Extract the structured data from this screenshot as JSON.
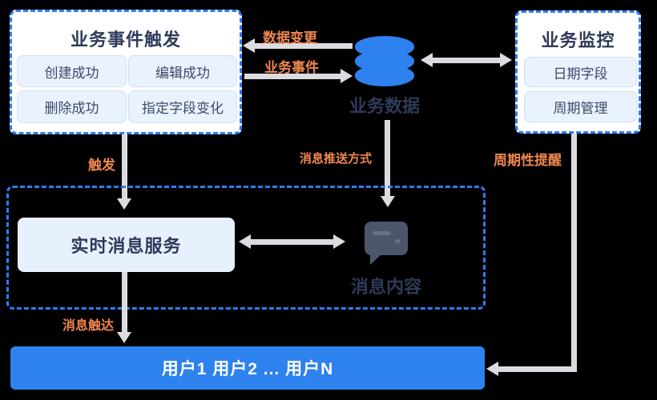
{
  "colors": {
    "dashed_border_blue": "#2E7CF6",
    "database_blue": "#2D82F0",
    "users_bar_blue": "#2E82EE",
    "arrow_gray": "#DCDCE0",
    "label_orange": "#F0874F",
    "title_navy": "#2E3A58",
    "sub_box_fill": "#E9F2FE",
    "chat_icon_slate": "#4C566B"
  },
  "event_box": {
    "title": "业务事件触发",
    "items": [
      "创建成功",
      "编辑成功",
      "删除成功",
      "指定字段变化"
    ]
  },
  "monitor_box": {
    "title": "业务监控",
    "items": [
      "日期字段",
      "周期管理"
    ]
  },
  "database": {
    "icon": "database-icon",
    "label": "业务数据"
  },
  "arrow_labels": {
    "data_change": "数据变更",
    "business_event": "业务事件",
    "trigger": "触发",
    "push_mode": "消息推送方式",
    "periodic_reminder": "周期性提醒",
    "message_reach": "消息触达"
  },
  "realtime_section": {
    "service_label": "实时消息服务",
    "content_icon": "chat-bubble-icon",
    "content_label": "消息内容"
  },
  "users_bar": {
    "label": "用户1 用户2 ... 用户N"
  }
}
